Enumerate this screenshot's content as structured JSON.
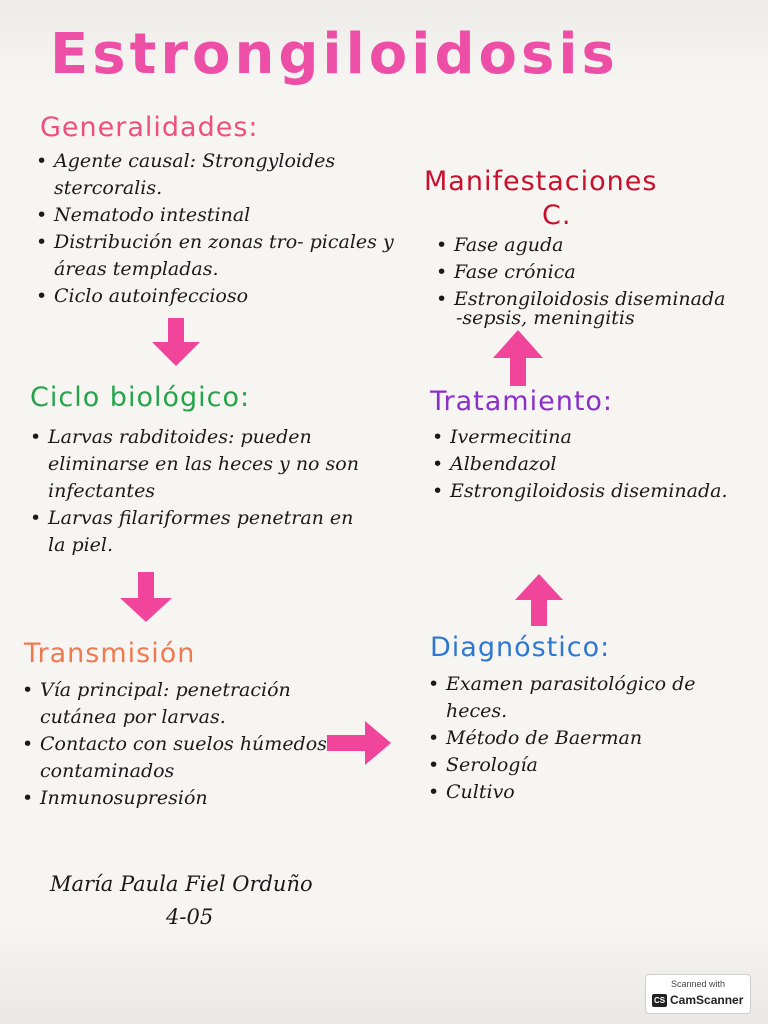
{
  "title": "Estrongiloidosis",
  "sections": {
    "generalidades": {
      "heading": "Generalidades:",
      "items": [
        "Agente causal: Strongyloides stercoralis.",
        "Nematodo intestinal",
        "Distribución en zonas tro- picales y áreas templadas.",
        "Ciclo autoinfeccioso"
      ]
    },
    "manifestaciones": {
      "heading_line1": "Manifestaciones",
      "heading_line2": "C.",
      "items": [
        "Fase aguda",
        "Fase crónica",
        "Estrongiloidosis diseminada"
      ],
      "subnote": "-sepsis, meningitis"
    },
    "ciclo": {
      "heading": "Ciclo biológico:",
      "items": [
        "Larvas rabditoides: pueden eliminarse en las heces y no son infectantes",
        "Larvas filariformes penetran en la piel."
      ]
    },
    "tratamiento": {
      "heading": "Tratamiento:",
      "items": [
        "Ivermecitina",
        "Albendazol",
        "Estrongiloidosis diseminada."
      ]
    },
    "transmision": {
      "heading": "Transmisión",
      "items": [
        "Vía principal: penetración cutánea por larvas.",
        "Contacto con suelos húmedos contaminados",
        "Inmunosupresión"
      ]
    },
    "diagnostico": {
      "heading": "Diagnóstico:",
      "items": [
        "Examen parasitológico de heces.",
        "Método de Baerman",
        "Serología",
        "Cultivo"
      ]
    }
  },
  "author": {
    "name": "María Paula Fiel Orduño",
    "group": "4-05"
  },
  "watermark": {
    "top": "Scanned with",
    "logo": "CS",
    "brand": "CamScanner"
  },
  "colors": {
    "title": "#ee4fa6",
    "arrow": "#f0459a",
    "generalidades": "#ee4f7e",
    "manifestaciones": "#c8102e",
    "ciclo": "#27a34a",
    "tratamiento": "#8b2fc9",
    "transmision": "#ef7a52",
    "diagnostico": "#2f78d2"
  }
}
